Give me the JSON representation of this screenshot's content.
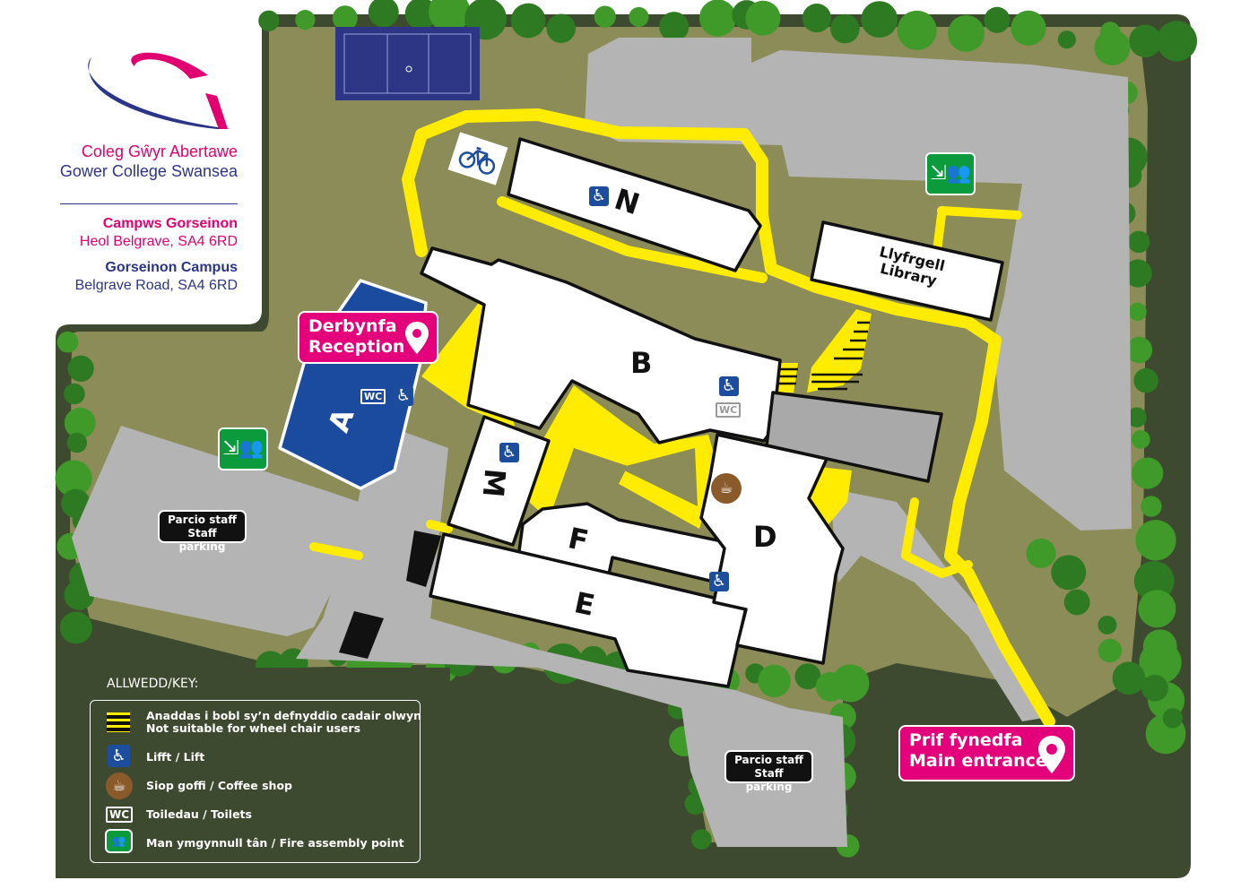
{
  "branding": {
    "name_welsh": "Coleg Gŵyr Abertawe",
    "name_english": "Gower College Swansea",
    "campus_welsh": "Campws Gorseinon",
    "address_welsh": "Heol Belgrave, SA4 6RD",
    "campus_english": "Gorseinon Campus",
    "address_english": "Belgrave Road, SA4 6RD",
    "colors": {
      "pink": "#e0006f",
      "navy": "#2b3588"
    }
  },
  "map": {
    "buildings": {
      "N": "N",
      "B": "B",
      "A": "A",
      "M": "M",
      "F": "F",
      "E": "E",
      "D": "D"
    },
    "library": {
      "welsh": "Llyfrgell",
      "english": "Library"
    },
    "reception": {
      "welsh": "Derbynfa",
      "english": "Reception"
    },
    "main_entrance": {
      "welsh": "Prif fynedfa",
      "english": "Main entrance"
    },
    "staff_parking": {
      "welsh": "Parcio staff",
      "english": "Staff parking"
    },
    "wc_label": "WC",
    "colors": {
      "grass": "#8b8c57",
      "border": "#3e4a2f",
      "path": "#ffec00",
      "road": "#b4b4b4",
      "building_a": "#1b4b9f",
      "court": "#2c3684"
    }
  },
  "key": {
    "title": "ALLWEDD/KEY:",
    "items": [
      {
        "icon": "hazard-stripes-icon",
        "welsh": "Anaddas i bobl sy’n defnyddio cadair olwyn",
        "english": "Not suitable for wheel chair users"
      },
      {
        "icon": "lift-icon",
        "label": "Lifft / Lift"
      },
      {
        "icon": "coffee-icon",
        "label": "Siop goffi / Coffee shop"
      },
      {
        "icon": "wc-icon",
        "label": "Toiledau / Toilets"
      },
      {
        "icon": "fire-assembly-icon",
        "label": "Man ymgynnull tân / Fire assembly point"
      }
    ]
  }
}
